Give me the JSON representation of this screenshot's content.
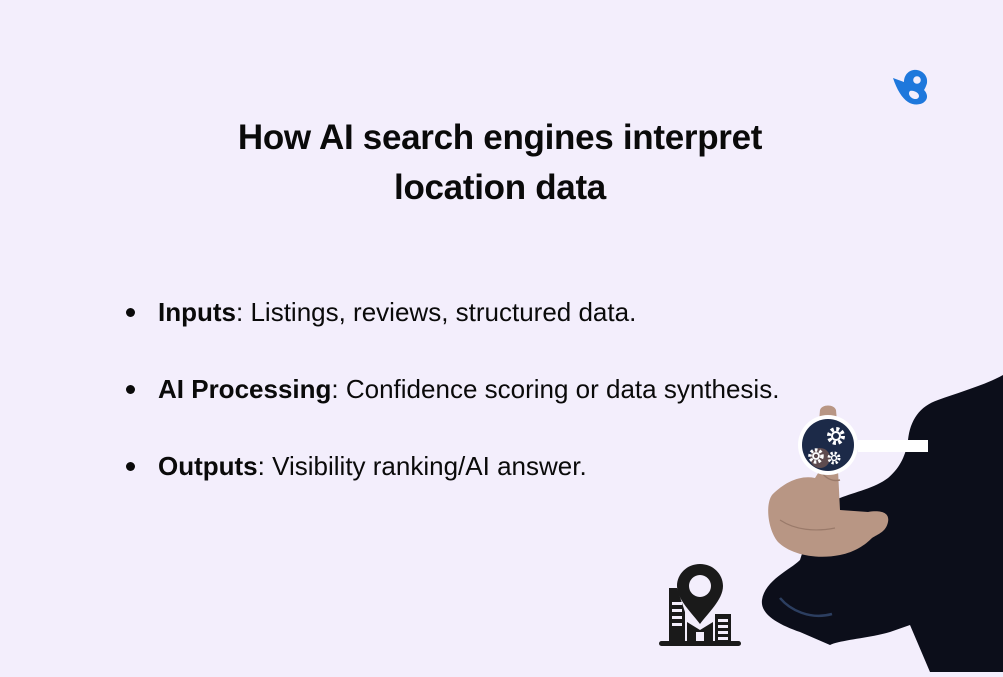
{
  "brand": {
    "logo_icon": "bird-logo-icon",
    "color": "#1E78DC"
  },
  "title": {
    "line1": "How AI search engines interpret",
    "line2": "location data"
  },
  "bullets": [
    {
      "term": "Inputs",
      "separator": ":",
      "text": " Listings, reviews, structured data."
    },
    {
      "term": "AI Processing",
      "separator": ":",
      "text": " Confidence scoring or data synthesis."
    },
    {
      "term": "Outputs",
      "separator": ":",
      "text": " Visibility ranking/AI answer."
    }
  ],
  "illustrations": {
    "hand": "businessman-pointing-hand-image",
    "gears": "gears-icon",
    "city_pin": "city-location-pin-icon"
  },
  "colors": {
    "background": "#F3EEFC",
    "text": "#0A0A0A",
    "suit": "#0C0E1A",
    "skin": "#B89684"
  }
}
